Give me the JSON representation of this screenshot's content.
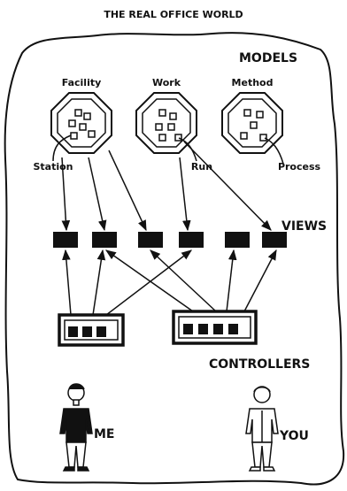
{
  "title": "THE REAL OFFICE WORLD",
  "sections": {
    "models": "MODELS",
    "views": "VIEWS",
    "controllers": "CONTROLLERS"
  },
  "models": [
    {
      "name": "Facility",
      "sub": "Station"
    },
    {
      "name": "Work",
      "sub": "Run"
    },
    {
      "name": "Method",
      "sub": "Process"
    }
  ],
  "people": [
    {
      "label": "ME"
    },
    {
      "label": "YOU"
    }
  ],
  "colors": {
    "ink": "#111111",
    "paper": "#ffffff"
  }
}
